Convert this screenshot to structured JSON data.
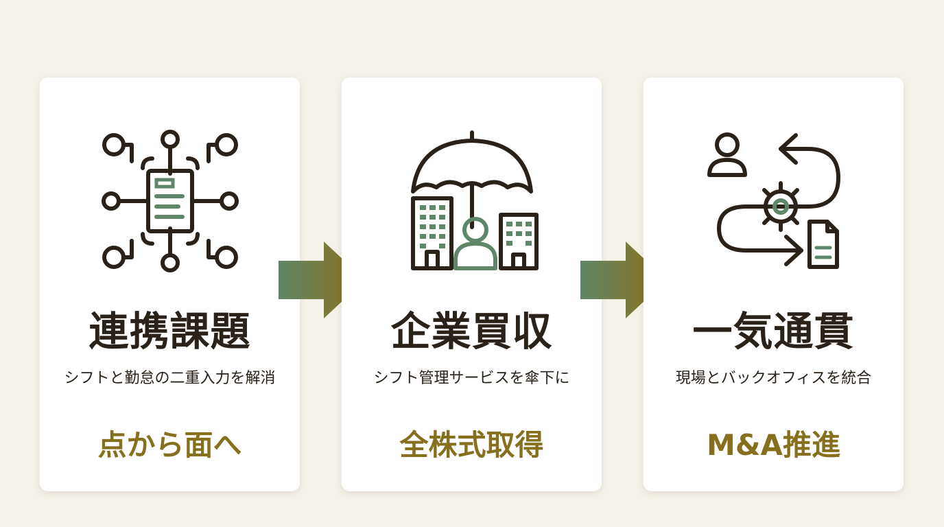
{
  "colors": {
    "background": "#f4f1e8",
    "card": "#ffffff",
    "ink": "#2a2118",
    "accent_green": "#5f8668",
    "accent_gold": "#86701e"
  },
  "cards": [
    {
      "icon": "network-document-icon",
      "title": "連携課題",
      "subtitle": "シフトと勤怠の二重入力を解消",
      "tag": "点から面へ"
    },
    {
      "icon": "umbrella-buildings-person-icon",
      "title": "企業買収",
      "subtitle": "シフト管理サービスを傘下に",
      "tag": "全株式取得"
    },
    {
      "icon": "workflow-integration-icon",
      "title": "一気通貫",
      "subtitle": "現場とバックオフィスを統合",
      "tag": "M&A推進"
    }
  ],
  "arrows": [
    {
      "icon": "right-arrow-icon"
    },
    {
      "icon": "right-arrow-icon"
    }
  ]
}
